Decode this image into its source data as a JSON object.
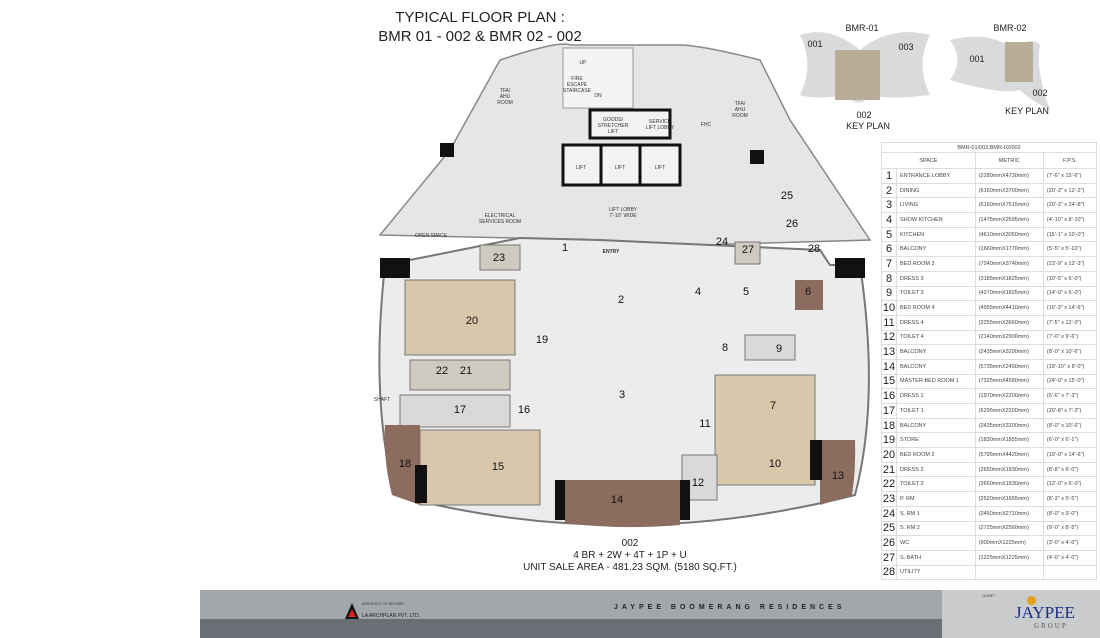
{
  "title": {
    "line1": "TYPICAL FLOOR PLAN :",
    "line2": "BMR 01 - 002 & BMR 02 - 002"
  },
  "key_plans": [
    {
      "name": "BMR-01",
      "units": [
        "001",
        "003",
        "002"
      ],
      "caption": "KEY PLAN"
    },
    {
      "name": "BMR-02",
      "units": [
        "001",
        "002"
      ],
      "caption": "KEY PLAN"
    }
  ],
  "plan_labels": {
    "lift": "LIFT",
    "goods_lift": "GOODS/\nSTRETCHER\nLIFT",
    "service_lobby": "SERVICE\nLIFT LOBBY",
    "staircase": "FIRE\nESCAPE\nSTAIRCASE",
    "up": "UP",
    "dn": "DN",
    "ahu": "TFA/\nAHU\nROOM",
    "lift_lobby": "LIFT LOBBY\n7'-10\" WIDE",
    "electrical": "ELECTRICAL\nSERVICES ROOM",
    "open_space": "OPEN SPACE",
    "entry": "ENTRY",
    "shaft": "SHAFT",
    "fhc": "FHC"
  },
  "room_numbers": [
    "1",
    "2",
    "3",
    "4",
    "5",
    "6",
    "7",
    "8",
    "9",
    "10",
    "11",
    "12",
    "13",
    "14",
    "15",
    "16",
    "17",
    "18",
    "19",
    "20",
    "21",
    "22",
    "23",
    "24",
    "25",
    "26",
    "27",
    "28"
  ],
  "unit_info": {
    "unit": "002",
    "config": "4 BR + 2W + 4T + 1P + U",
    "area": "UNIT SALE  AREA - 481.23 SQM. (5180 SQ.FT.)"
  },
  "table": {
    "caption": "BMR-01/002,BMR-02/002",
    "headers": [
      "SPACE",
      "METRIC",
      "F.P.S."
    ],
    "rows": [
      [
        "1",
        "ENTRANCE LOBBY",
        "(2280mmX4730mm)",
        "(7'-6\" x 15'-6\")"
      ],
      [
        "2",
        "DINING",
        "(6160mmX3700mm)",
        "(20'-3\" x 12'-2\")"
      ],
      [
        "3",
        "LIVING",
        "(6160mmX7515mm)",
        "(20'-3\" x 24'-8\")"
      ],
      [
        "4",
        "SHOW KITCHEN",
        "(1475mmX2695mm)",
        "(4'-10\" x 8'-10\")"
      ],
      [
        "5",
        "KITCHEN",
        "(4610mmX3050mm)",
        "(15'-1\" x 10'-0\")"
      ],
      [
        "6",
        "BALCONY",
        "(1660mmX1770mm)",
        "(5'-5\" x 5'-10\")"
      ],
      [
        "7",
        "BED ROOM 3",
        "(7240mmX3740mm)",
        "(23'-9\" x 12'-3\")"
      ],
      [
        "8",
        "DRESS 3",
        "(3185mmX1825mm)",
        "(10'-5\" x 6'-0\")"
      ],
      [
        "9",
        "TOILET 3",
        "(4270mmX1825mm)",
        "(14'-0\" x 6'-0\")"
      ],
      [
        "10",
        "BED ROOM 4",
        "(4955mmX4410mm)",
        "(16'-3\" x 14'-6\")"
      ],
      [
        "11",
        "DRESS 4",
        "(2255mmX3660mm)",
        "(7'-5\" x 12'-0\")"
      ],
      [
        "12",
        "TOILET 4",
        "(2140mmX2900mm)",
        "(7'-0\" x 9'-6\")"
      ],
      [
        "13",
        "BALCONY",
        "(2435mmX3200mm)",
        "(8'-0\" x 10'-6\")"
      ],
      [
        "14",
        "BALCONY",
        "(5735mmX2450mm)",
        "(18'-10\" x 8'-0\")"
      ],
      [
        "15",
        "MASTER BED ROOM 1",
        "(7325mmX4580mm)",
        "(24'-0\" x 15'-0\")"
      ],
      [
        "16",
        "DRESS 1",
        "(1970mmX2200mm)",
        "(6'-6\" x 7'-3\")"
      ],
      [
        "17",
        "TOILET 1",
        "(6295mmX2200mm)",
        "(20'-8\" x 7'-3\")"
      ],
      [
        "18",
        "BALCONY",
        "(2435mmX3200mm)",
        "(8'-0\" x 10'-6\")"
      ],
      [
        "19",
        "STORE",
        "(1830mmX1855mm)",
        "(6'-0\" x 6'-1\")"
      ],
      [
        "20",
        "BED ROOM 2",
        "(5795mmX4420mm)",
        "(19'-0\" x 14'-6\")"
      ],
      [
        "21",
        "DRESS 2",
        "(2650mmX1830mm)",
        "(8'-8\" x 6'-0\")"
      ],
      [
        "22",
        "TOILET 2",
        "(3660mmX1830mm)",
        "(12'-0\" x 6'-0\")"
      ],
      [
        "23",
        "P. RM",
        "(2520mmX1655mm)",
        "(8'-3\" x 5'-5\")"
      ],
      [
        "24",
        "S. RM 1",
        "(2450mmX2710mm)",
        "(8'-0\" x 9'-0\")"
      ],
      [
        "25",
        "S. RM 2",
        "(2725mmX2560mm)",
        "(9'-0\" x 8'-5\")"
      ],
      [
        "26",
        "WC",
        "(900mmX1225mm)",
        "(3'-0\" x 4'-0\")"
      ],
      [
        "27",
        "S. BATH",
        "(1225mmX1225mm)",
        "(4'-0\" x 4'-0\")"
      ],
      [
        "28",
        "UTILITY",
        "",
        ""
      ]
    ]
  },
  "footer": {
    "architect_caption": "ARCHITECT OF RECORD :",
    "architect": "LA ARCHPLAN PVT. LTD.",
    "project": "JAYPEE BOOMERANG RESIDENCES",
    "client_caption": "CLIENT :",
    "client_logo": "JAYPEE",
    "client_logo_sub": "GROUP"
  }
}
